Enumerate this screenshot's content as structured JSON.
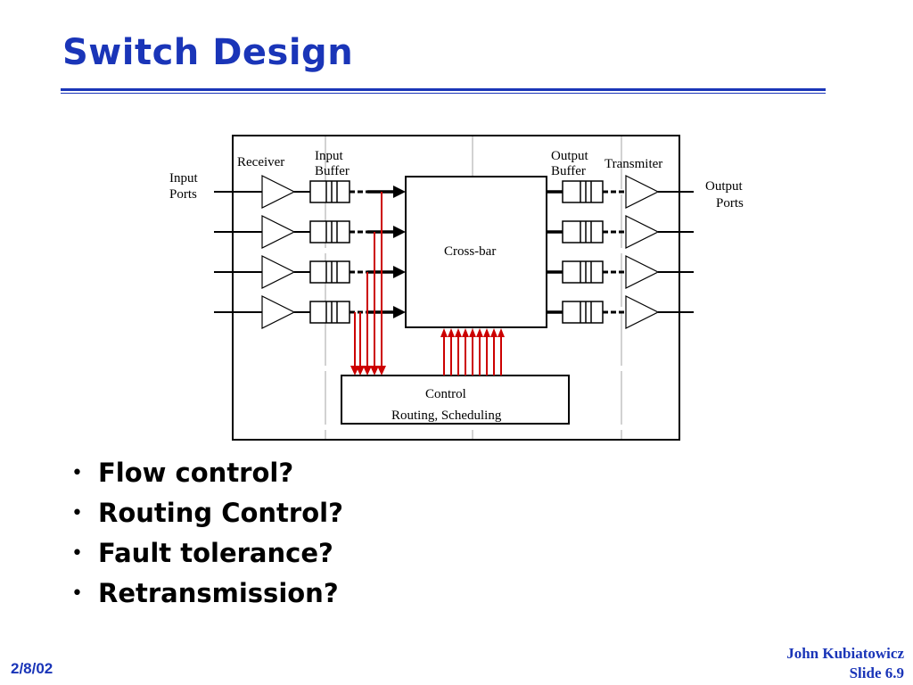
{
  "slide": {
    "title": "Switch Design",
    "bullets": [
      "Flow control?",
      "Routing Control?",
      "Fault tolerance?",
      "Retransmission?"
    ],
    "bullet_glyph": "•"
  },
  "diagram": {
    "labels": {
      "input_ports": [
        "Input",
        "Ports"
      ],
      "receiver": "Receiver",
      "input_buffer": [
        "Input",
        "Buffer"
      ],
      "output_buffer": [
        "Output",
        "Buffer"
      ],
      "transmitter": "Transmiter",
      "output_ports": [
        "Output",
        "Ports"
      ],
      "crossbar": "Cross-bar",
      "control": "Control",
      "control_sub": "Routing, Scheduling"
    },
    "port_count": 4,
    "colors": {
      "line": "#000000",
      "control_arrows": "#cc0000"
    }
  },
  "footer": {
    "date": "2/8/02",
    "author": "John Kubiatowicz",
    "slide_number": "Slide 6.9"
  }
}
